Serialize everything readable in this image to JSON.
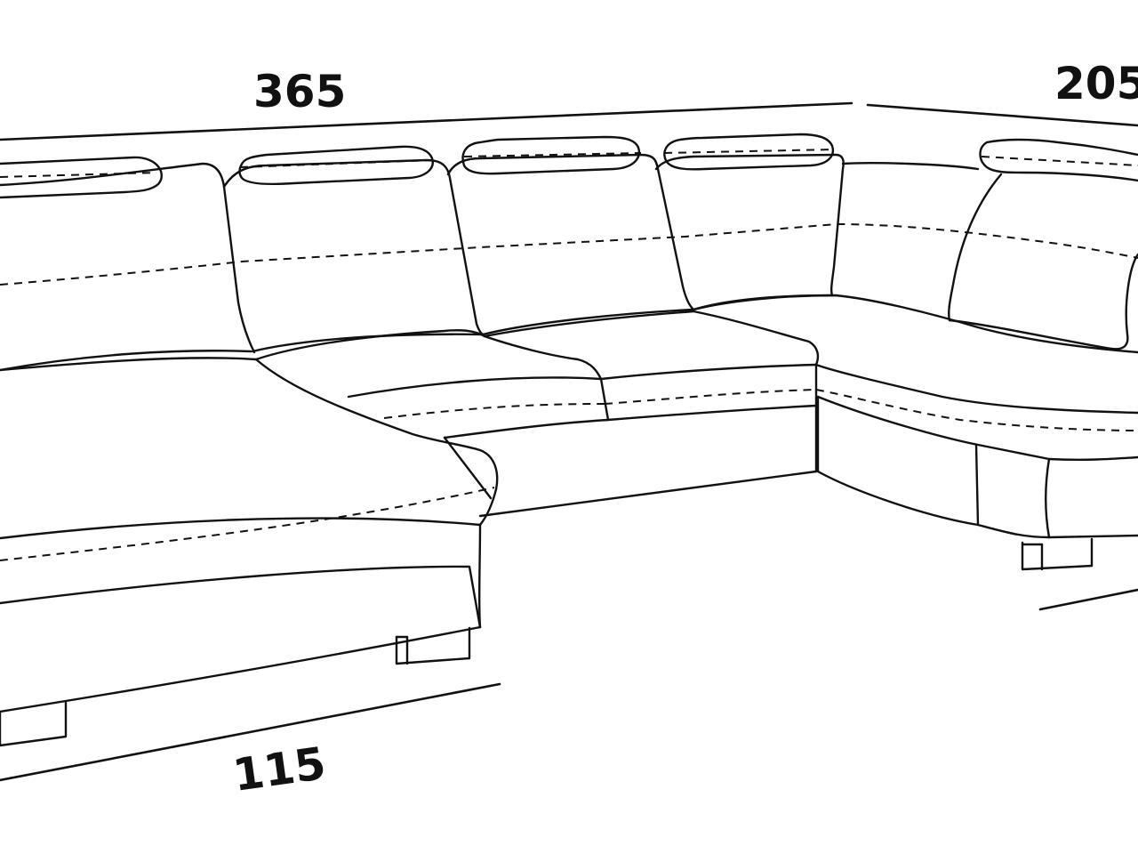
{
  "dimensions": {
    "overall_width": "365",
    "right_depth": "205",
    "chaise_width": "115"
  }
}
